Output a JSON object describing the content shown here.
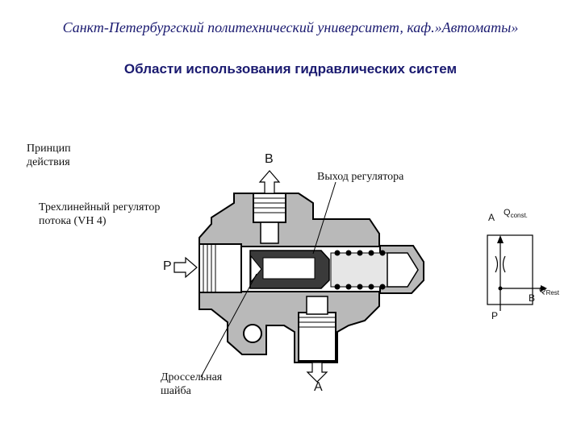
{
  "header": {
    "university": "Санкт-Петербургский политехнический университет, каф.»Автоматы»",
    "title": "Области использования гидравлических систем"
  },
  "labels": {
    "principle_line1": "Принцип",
    "principle_line2": "действия",
    "regulator_line1": "Трехлинейный регулятор",
    "regulator_line2": "потока (VH 4)",
    "outlet": "Выход регулятора",
    "orifice_line1": "Дроссельная",
    "orifice_line2": "шайба"
  },
  "ports": {
    "b_top": "B",
    "p_left": "P",
    "a_bottom": "A"
  },
  "symbol": {
    "a": "A",
    "q_const_main": "Q",
    "q_const_sub": "const.",
    "q_rest_main": "Q",
    "q_rest_sub": "Rest",
    "b": "B",
    "p": "P"
  }
}
